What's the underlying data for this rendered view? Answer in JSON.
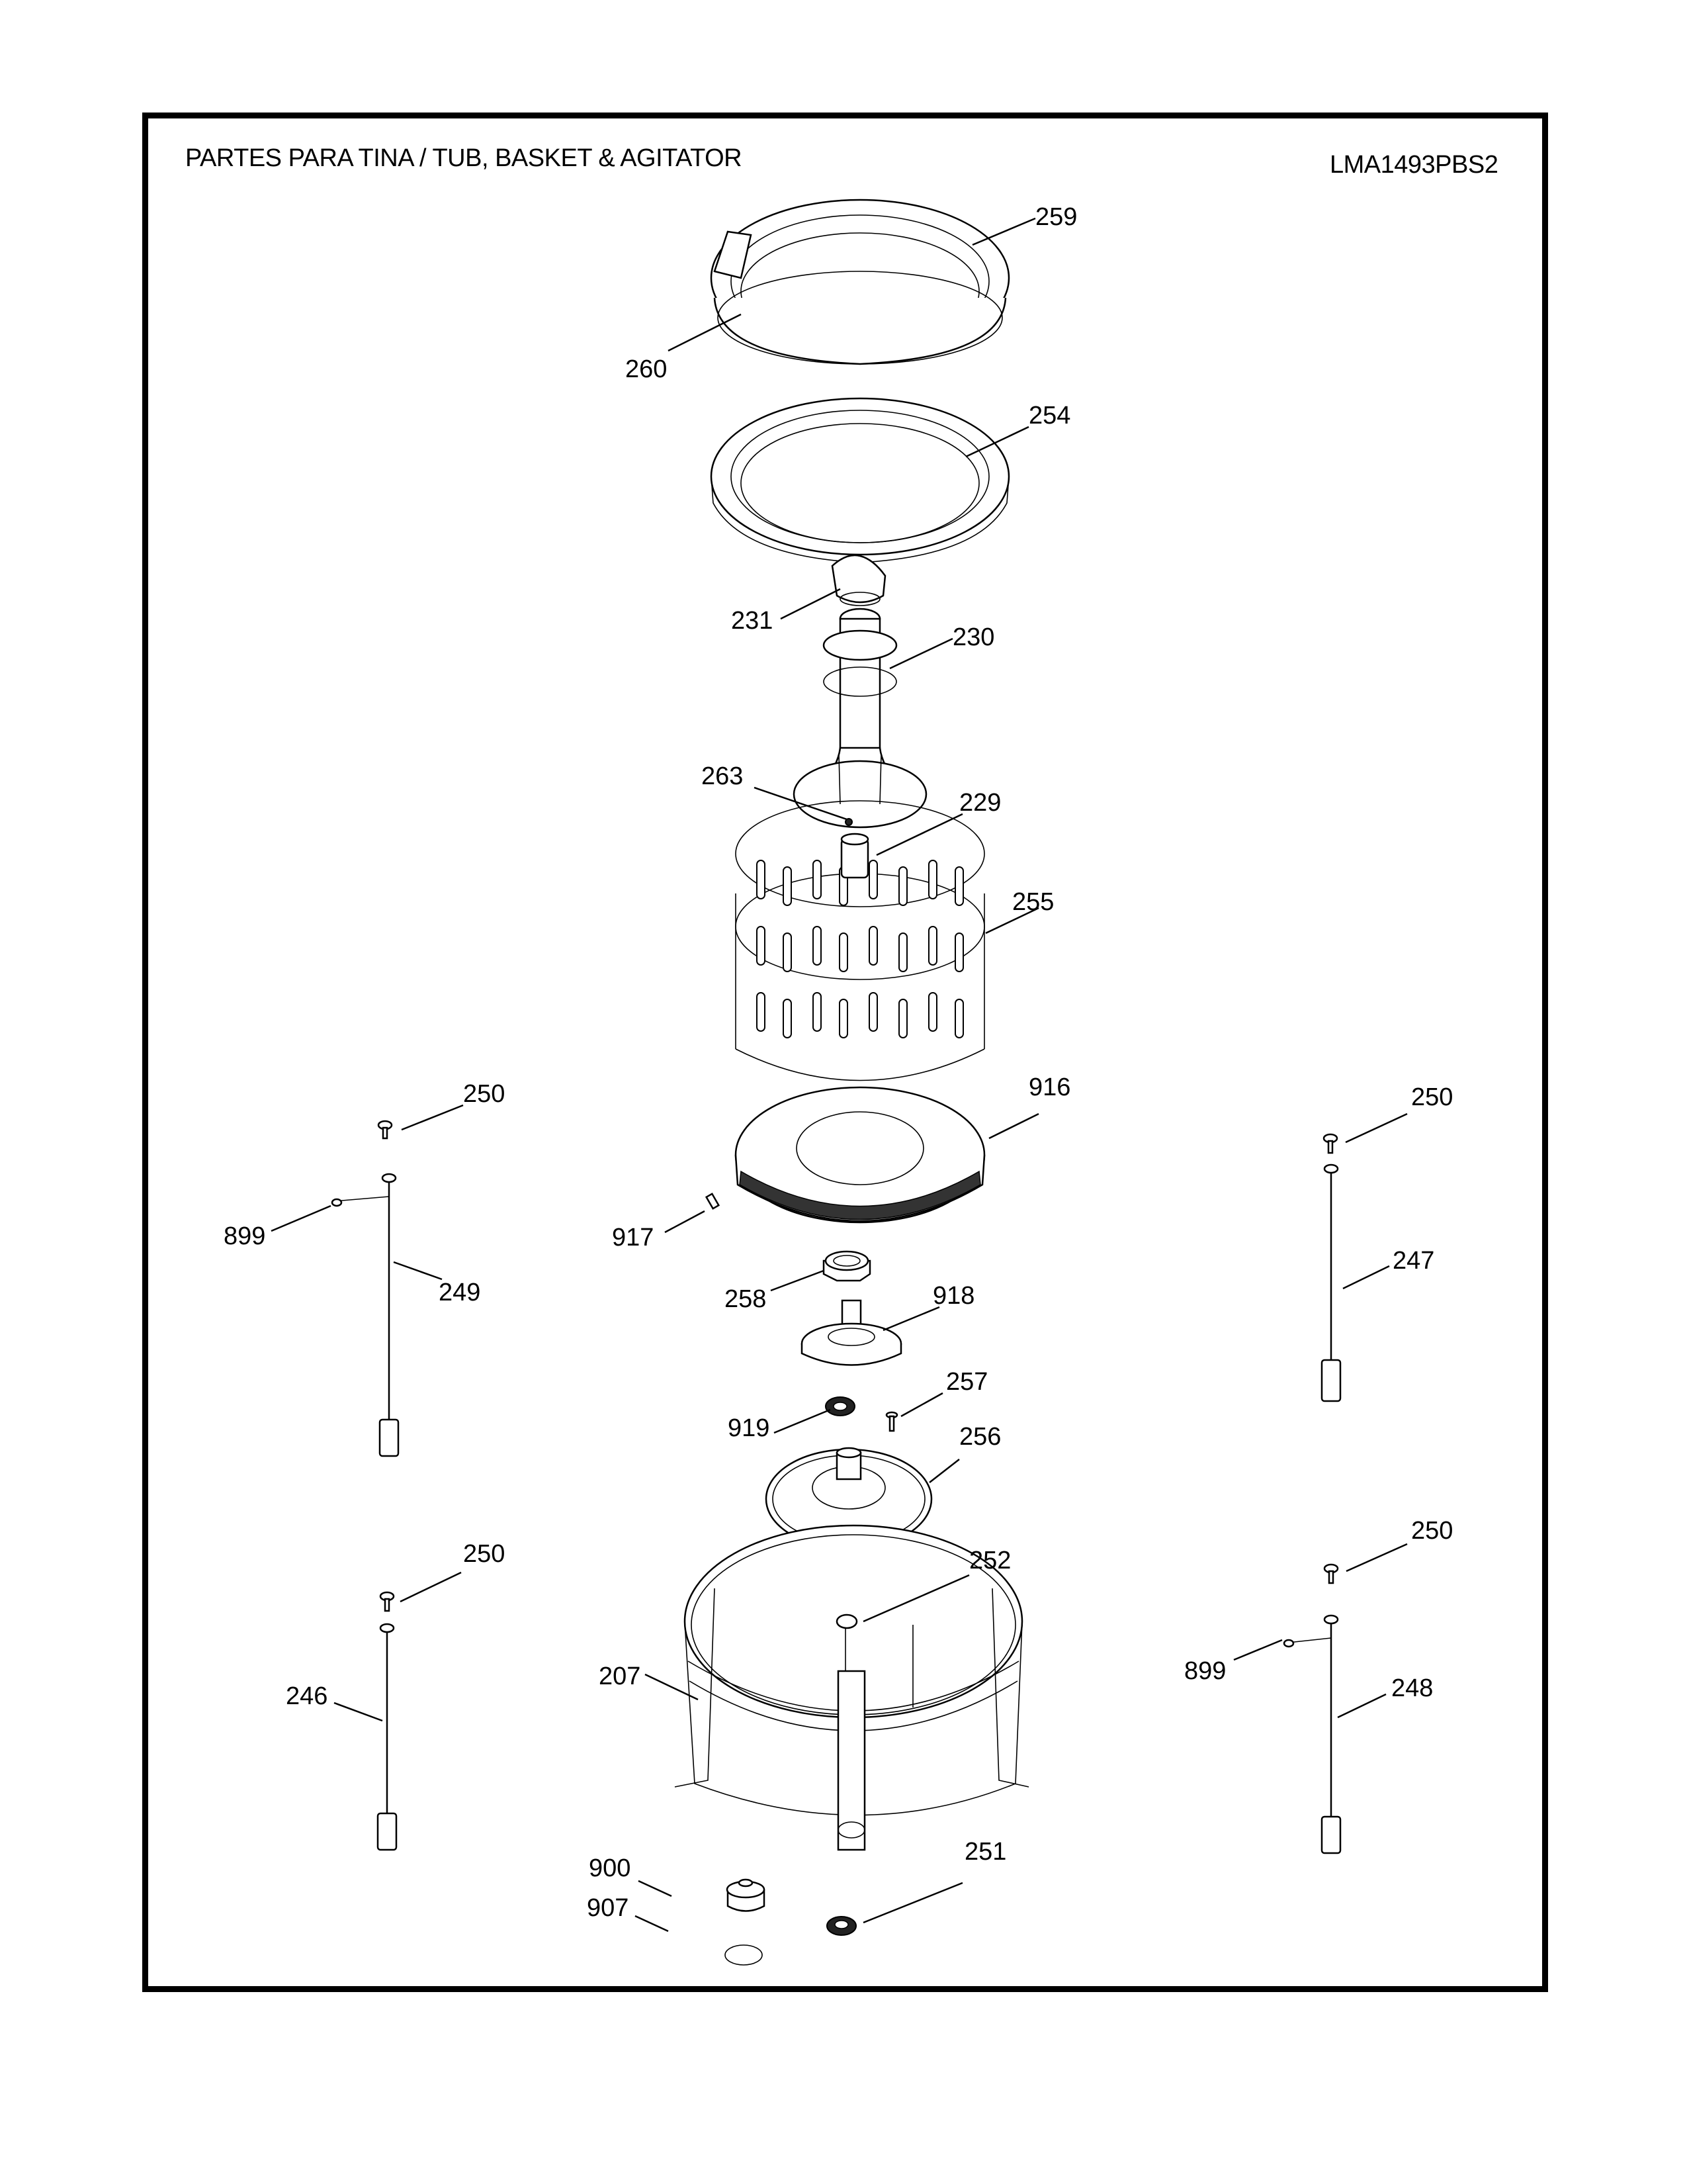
{
  "header": {
    "title": "PARTES PARA TINA  /  TUB, BASKET & AGITATOR",
    "model": "LMA1493PBS2"
  },
  "callouts": {
    "p259": "259",
    "p260": "260",
    "p254": "254",
    "p231": "231",
    "p230": "230",
    "p263": "263",
    "p229": "229",
    "p255": "255",
    "p916": "916",
    "p917": "917",
    "p258": "258",
    "p918": "918",
    "p257": "257",
    "p919": "919",
    "p256": "256",
    "p252": "252",
    "p207": "207",
    "p900": "900",
    "p907": "907",
    "p251": "251",
    "left_upper_250": "250",
    "left_upper_899": "899",
    "left_upper_249": "249",
    "left_lower_250": "250",
    "left_lower_246": "246",
    "right_upper_250": "250",
    "right_upper_247": "247",
    "right_lower_250": "250",
    "right_lower_899": "899",
    "right_lower_248": "248"
  }
}
